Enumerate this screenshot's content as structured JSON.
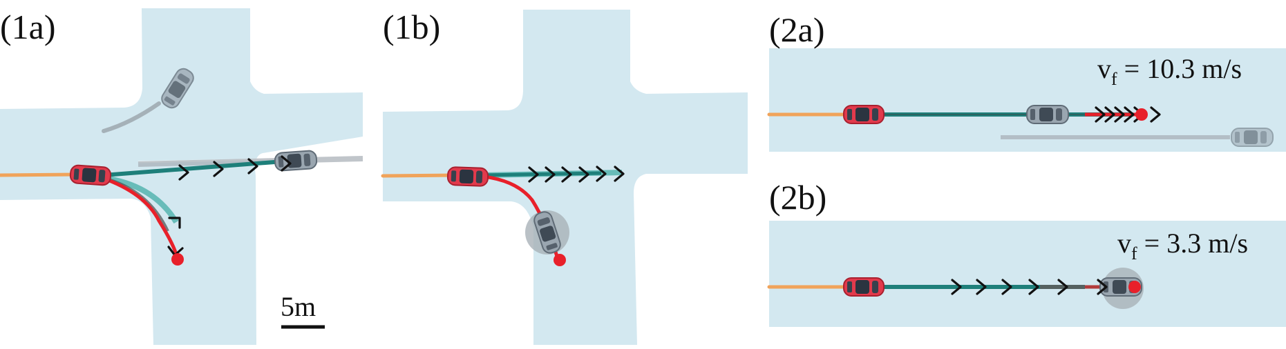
{
  "panels": {
    "p1a": {
      "label": "(1a)"
    },
    "p1b": {
      "label": "(1b)"
    },
    "p2a": {
      "label": "(2a)",
      "vf_symbol": "v",
      "vf_sub": "f",
      "vf_text": " = 10.3 m/s"
    },
    "p2b": {
      "label": "(2b)",
      "vf_symbol": "v",
      "vf_sub": "f",
      "vf_text": " = 3.3 m/s"
    }
  },
  "scale_bar": {
    "label": "5m"
  },
  "colors": {
    "road": "#d3e8f0",
    "history": "#f0a35a",
    "ego_car": "#e23a4c",
    "plan_red": "#e8202a",
    "plan_teal": "#1e7f7a",
    "plan_light_teal": "#5cb7b3",
    "other_car": "#8f9ba5",
    "collision_zone": "#a9b1b8",
    "arrow": "#111111"
  },
  "icons": [
    "ego-car-icon",
    "other-car-icon",
    "chevron-right-icon",
    "goal-dot-icon"
  ]
}
